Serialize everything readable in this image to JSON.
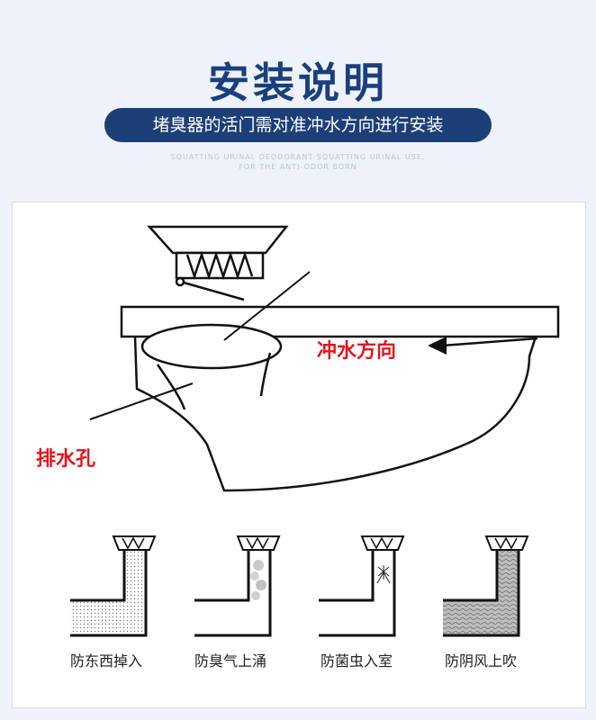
{
  "title": "安装说明",
  "subtitle": "堵臭器的活门需对准冲水方向进行安装",
  "english_line1": "SQUATTING URINAL DEODORANT SQUATTING URINAL USE,",
  "english_line2": "FOR THE ANTI-ODOR BORN",
  "diagram": {
    "flush_direction_label": "冲水方向",
    "drain_hole_label": "排水孔"
  },
  "features": [
    {
      "caption": "防东西掉入"
    },
    {
      "caption": "防臭气上涌"
    },
    {
      "caption": "防菌虫入室"
    },
    {
      "caption": "防阴风上吹"
    }
  ],
  "colors": {
    "title_blue": "#1a3f7e",
    "pill_blue": "#1c3f77",
    "label_red": "#e6141b"
  }
}
